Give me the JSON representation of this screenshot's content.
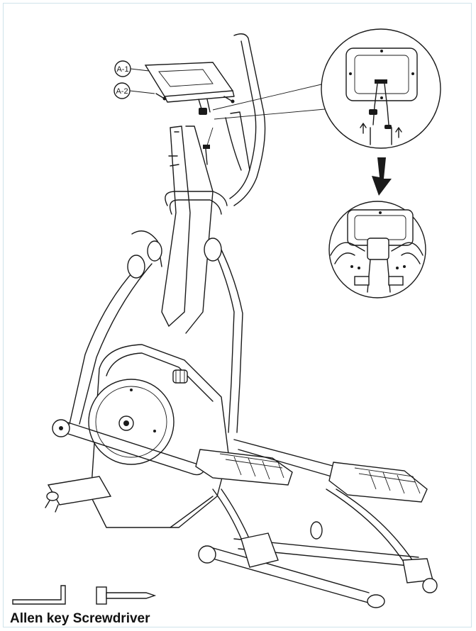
{
  "diagram": {
    "callouts": [
      {
        "id": "A-1",
        "label": "A-1"
      },
      {
        "id": "A-2",
        "label": "A-2"
      }
    ],
    "tools": [
      {
        "name": "allen-key",
        "label": "Allen key"
      },
      {
        "name": "screwdriver",
        "label": "Screwdriver"
      }
    ],
    "colors": {
      "line": "#1a1a1a",
      "frame": "#cfe3ea",
      "background": "#ffffff"
    }
  }
}
